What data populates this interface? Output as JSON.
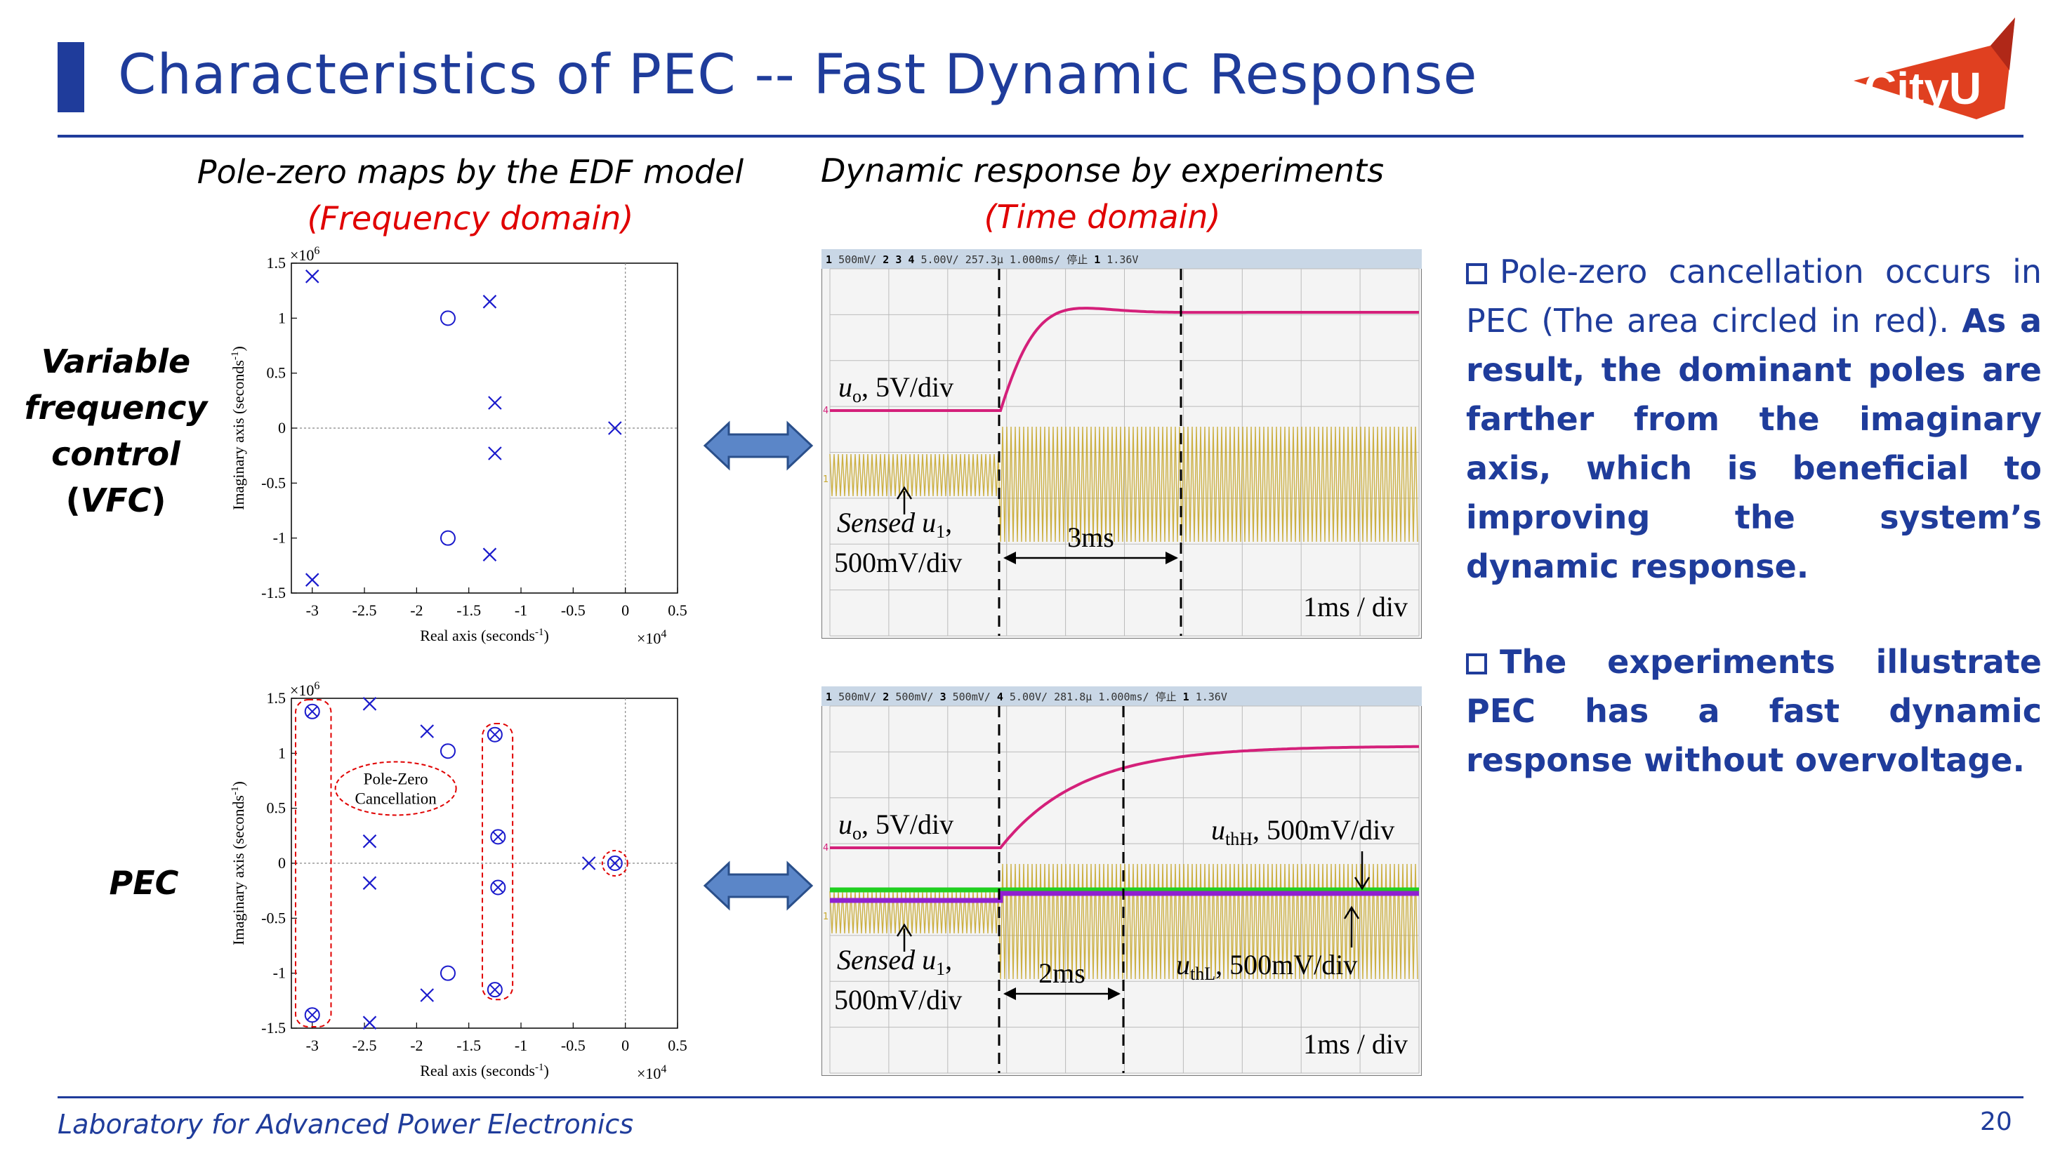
{
  "title": "Characteristics of PEC -- Fast Dynamic Response",
  "logo_text": "CityU",
  "left_header": {
    "line1": "Pole-zero maps by the EDF model",
    "line2": "(Frequency domain)"
  },
  "right_header": {
    "line1": "Dynamic response by experiments",
    "line2": "(Time domain)"
  },
  "row_labels": {
    "vfc_lines": [
      "Variable",
      "frequency",
      "control"
    ],
    "vfc_abbr_open": "(",
    "vfc_abbr": "VFC",
    "vfc_abbr_close": ")",
    "pec": "PEC"
  },
  "chart_data": [
    {
      "type": "scatter",
      "name": "vfc-pole-zero-map",
      "xlabel": "Real axis (seconds",
      "xlabel_sup": "-1",
      "xlabel_end": ")",
      "ylabel": "Imaginary axis (seconds",
      "ylabel_sup": "-1",
      "ylabel_end": ")",
      "x_multiplier": "×10",
      "x_multiplier_exp": "4",
      "y_multiplier": "×10",
      "y_multiplier_exp": "6",
      "xlim": [
        -3.2,
        0.5
      ],
      "ylim": [
        -1.5,
        1.5
      ],
      "xticks": [
        -3,
        -2.5,
        -2,
        -1.5,
        -1,
        -0.5,
        0,
        0.5
      ],
      "xtick_labels": [
        "-3",
        "-2.5",
        "-2",
        "-1.5",
        "-1",
        "-0.5",
        "0",
        "0.5"
      ],
      "yticks": [
        -1.5,
        -1,
        -0.5,
        0,
        0.5,
        1,
        1.5
      ],
      "ytick_labels": [
        "-1.5",
        "-1",
        "-0.5",
        "0",
        "0.5",
        "1",
        "1.5"
      ],
      "poles": [
        [
          -3.0,
          1.38
        ],
        [
          -3.0,
          -1.38
        ],
        [
          -1.3,
          1.15
        ],
        [
          -1.3,
          -1.15
        ],
        [
          -1.25,
          0.23
        ],
        [
          -1.25,
          -0.23
        ],
        [
          -0.1,
          0.0
        ]
      ],
      "zeros": [
        [
          -1.7,
          1.0
        ],
        [
          -1.7,
          -1.0
        ]
      ],
      "cancellations": [],
      "annotation": "",
      "color": "#1a1acc"
    },
    {
      "type": "scatter",
      "name": "pec-pole-zero-map",
      "xlabel": "Real axis (seconds",
      "xlabel_sup": "-1",
      "xlabel_end": ")",
      "ylabel": "Imaginary axis (seconds",
      "ylabel_sup": "-1",
      "ylabel_end": ")",
      "x_multiplier": "×10",
      "x_multiplier_exp": "4",
      "y_multiplier": "×10",
      "y_multiplier_exp": "6",
      "xlim": [
        -3.2,
        0.5
      ],
      "ylim": [
        -1.5,
        1.5
      ],
      "xticks": [
        -3,
        -2.5,
        -2,
        -1.5,
        -1,
        -0.5,
        0,
        0.5
      ],
      "xtick_labels": [
        "-3",
        "-2.5",
        "-2",
        "-1.5",
        "-1",
        "-0.5",
        "0",
        "0.5"
      ],
      "yticks": [
        -1.5,
        -1,
        -0.5,
        0,
        0.5,
        1,
        1.5
      ],
      "ytick_labels": [
        "-1.5",
        "-1",
        "-0.5",
        "0",
        "0.5",
        "1",
        "1.5"
      ],
      "poles": [
        [
          -2.45,
          1.45
        ],
        [
          -2.45,
          -1.45
        ],
        [
          -1.9,
          1.2
        ],
        [
          -1.9,
          -1.2
        ],
        [
          -2.45,
          0.2
        ],
        [
          -2.45,
          -0.18
        ],
        [
          -0.35,
          0.0
        ]
      ],
      "zeros": [
        [
          -1.7,
          1.02
        ],
        [
          -1.7,
          -1.0
        ]
      ],
      "cancellations": [
        [
          -3.0,
          1.38
        ],
        [
          -3.0,
          -1.38
        ],
        [
          -1.25,
          1.17
        ],
        [
          -1.25,
          -1.15
        ],
        [
          -1.22,
          0.24
        ],
        [
          -1.22,
          -0.22
        ],
        [
          -0.1,
          0.0
        ]
      ],
      "annotation": [
        "Pole-Zero",
        "Cancellation"
      ],
      "color": "#1a1acc"
    }
  ],
  "scope_top": {
    "status": [
      "1",
      "500mV/",
      "2",
      "",
      "3",
      "",
      "4",
      "5.00V/",
      "257.3μ",
      "1.000ms/",
      "停止",
      "1",
      "1.36V"
    ],
    "uo_label": "u",
    "uo_sub": "o",
    "uo_rest": ", 5V/div",
    "sensed_label": "Sensed u",
    "sensed_sub": "1",
    "sensed_rest": ",",
    "sensed_line2": "500mV/div",
    "interval": "3ms",
    "timebase": "1ms / div"
  },
  "scope_bottom": {
    "status": [
      "1",
      "500mV/",
      "2",
      "500mV/",
      "3",
      "500mV/",
      "4",
      "5.00V/",
      "281.8μ",
      "1.000ms/",
      "停止",
      "1",
      "1.36V"
    ],
    "uo_label": "u",
    "uo_sub": "o",
    "uo_rest": ", 5V/div",
    "sensed_label": "Sensed u",
    "sensed_sub": "1",
    "sensed_rest": ",",
    "sensed_line2": "500mV/div",
    "interval": "2ms",
    "timebase": "1ms / div",
    "uthh_label": "u",
    "uthh_sub": "thH",
    "uthh_rest": ", 500mV/div",
    "uthl_label": "u",
    "uthl_sub": "thL",
    "uthl_rest": ", 500mV/div"
  },
  "bullets": [
    {
      "normal": "Pole-zero cancellation occurs in PEC (The area circled in red). ",
      "bold": "As a result, the dominant poles are farther from the imaginary axis, which is beneficial to improving the system’s dynamic response."
    },
    {
      "normal": "",
      "bold": "The experiments illustrate PEC has a fast dynamic response without overvoltage."
    }
  ],
  "footer": "Laboratory for Advanced Power Electronics",
  "page_number": "20",
  "colors": {
    "brand_blue": "#1f3c9b",
    "accent_red": "#e00000",
    "logo_red": "#e04020",
    "trace_uo": "#d4207a",
    "trace_sense": "#c8a830",
    "trace_uthh": "#20d020",
    "trace_uthl": "#9020d0",
    "arrow_fill": "#5b86c8"
  }
}
